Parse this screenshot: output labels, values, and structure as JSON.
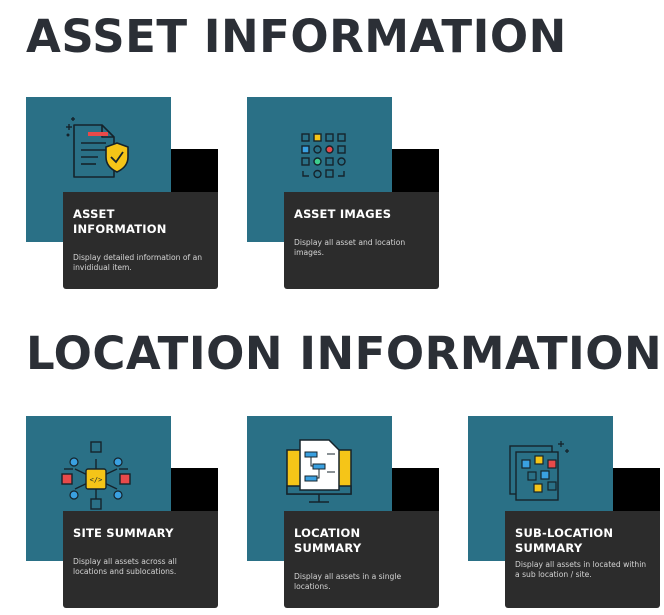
{
  "sections": {
    "asset_title": "ASSET INFORMATION",
    "location_title": "LOCATION INFORMATION"
  },
  "cards": {
    "asset_information": {
      "title": "ASSET INFORMATION",
      "description": "Display detailed information of an invididual item.",
      "icon": "document-shield-icon"
    },
    "asset_images": {
      "title": "ASSET IMAGES",
      "description": "Display all asset and location images.",
      "icon": "image-grid-icon"
    },
    "site_summary": {
      "title": "SITE SUMMARY",
      "description": "Display all assets across all locations and sublocations.",
      "icon": "network-hub-icon"
    },
    "location_summary": {
      "title": "LOCATION SUMMARY",
      "description": "Display all assets in a single locations.",
      "icon": "monitor-flowchart-icon"
    },
    "sub_location_summary": {
      "title": "SUB-LOCATION SUMMARY",
      "description": "Display all assets in located within a sub location / site.",
      "icon": "stacked-grid-icon"
    }
  },
  "colors": {
    "teal": "#2a7086",
    "panel": "#2c2c2c",
    "heading": "#2b2f36",
    "accent_yellow": "#f5c518",
    "accent_red": "#e84a4a",
    "accent_blue": "#3aa0e0"
  }
}
